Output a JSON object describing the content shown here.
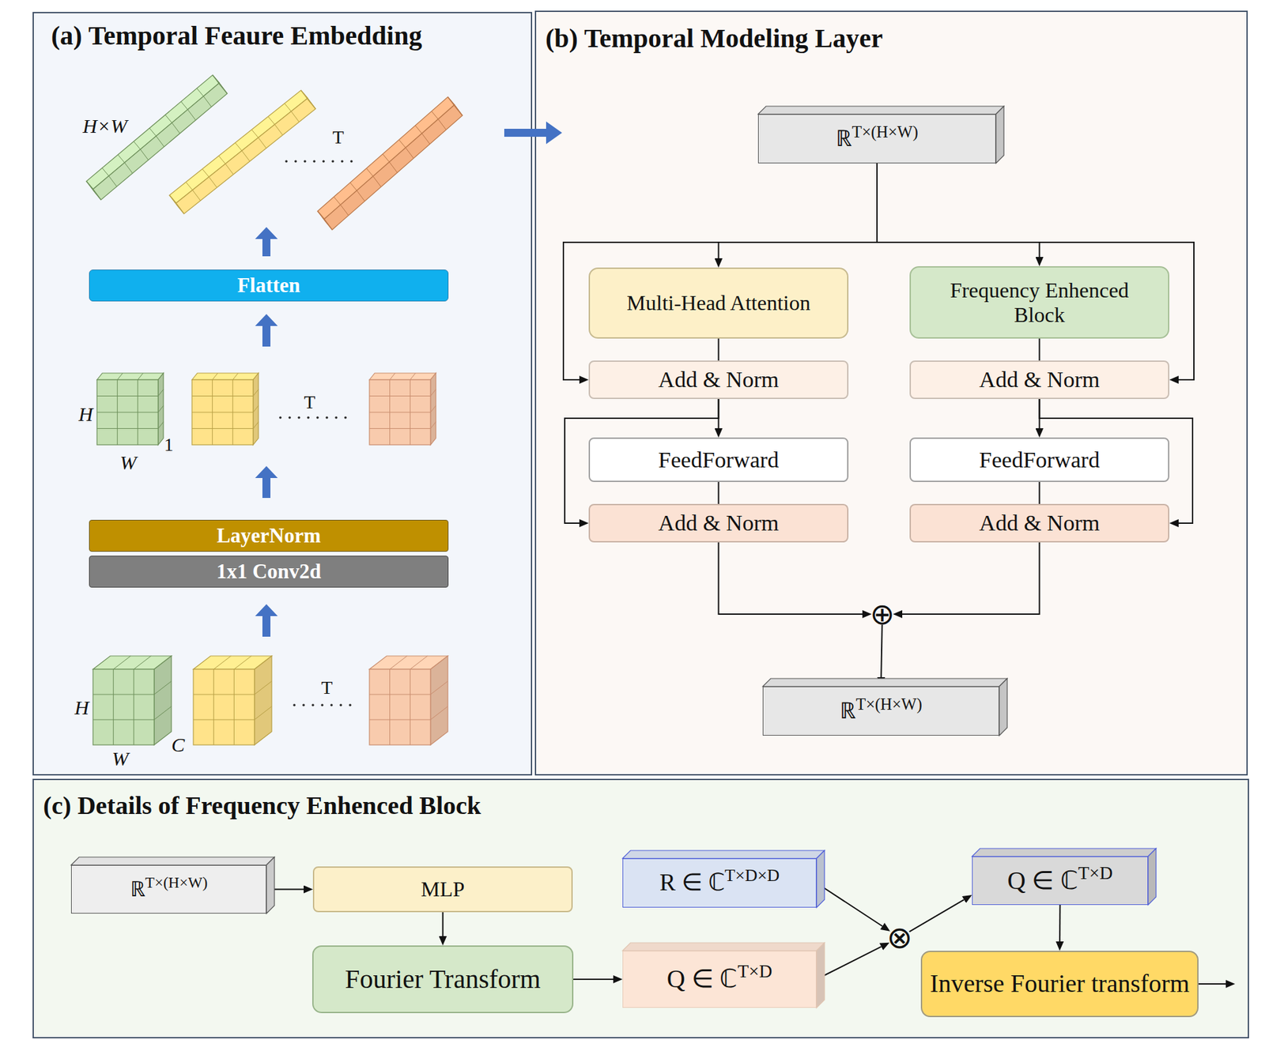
{
  "diagram": {
    "nodes": [
      {
        "text": [
          "(a) Temporal Feaure Embedding"
        ]
      },
      {
        "text": [
          "Flatten"
        ],
        "in": 0
      },
      {
        "text": [
          "LayerNorm"
        ],
        "in": 0
      },
      {
        "text": [
          "1x1 Conv2d"
        ],
        "in": 0
      },
      {
        "text": [
          "(b) Temporal Modeling Layer"
        ]
      },
      {
        "text": [
          "ℝT×(H×W)"
        ],
        "in": 4
      },
      {
        "text": [
          "Multi-Head Attention"
        ],
        "in": 4
      },
      {
        "text": [
          "Add & Norm"
        ],
        "in": 4
      },
      {
        "text": [
          "FeedForward"
        ],
        "in": 4
      },
      {
        "text": [
          "Add & Norm"
        ],
        "in": 4
      },
      {
        "text": [
          "Frequency Enhenced Block"
        ],
        "in": 4
      },
      {
        "text": [
          "Add & Norm"
        ],
        "in": 4
      },
      {
        "text": [
          "FeedForward"
        ],
        "in": 4
      },
      {
        "text": [
          "Add & Norm"
        ],
        "in": 4
      },
      {
        "text": [
          "⊕"
        ],
        "in": 4
      },
      {
        "text": [
          "ℝT×(H×W)"
        ],
        "in": 4
      },
      {
        "text": [
          "(c) Details of Frequency Enhenced Block"
        ]
      },
      {
        "text": [
          "ℝT×(H×W)"
        ],
        "in": 16
      },
      {
        "text": [
          "MLP"
        ],
        "in": 16
      },
      {
        "text": [
          "Fourier Transform"
        ],
        "in": 16
      },
      {
        "text": [
          "Q ∈ ℂT×D"
        ],
        "in": 16
      },
      {
        "text": [
          "R ∈ ℂT×D×D"
        ],
        "in": 16
      },
      {
        "text": [
          "⊗"
        ],
        "in": 16
      },
      {
        "text": [
          "Q ∈ ℂT×D"
        ],
        "in": 16
      },
      {
        "text": [
          "Inverse Fourier transform"
        ],
        "in": 16
      }
    ],
    "edges": [
      {
        "from": 0,
        "to": 4,
        "arrow": "to"
      },
      {
        "from": 5,
        "to": 6,
        "arrow": "to"
      },
      {
        "from": 5,
        "to": 7,
        "arrow": "to"
      },
      {
        "from": 6,
        "to": 7,
        "arrow": "none"
      },
      {
        "from": 7,
        "to": 8,
        "arrow": "to"
      },
      {
        "from": 7,
        "to": 9,
        "arrow": "to"
      },
      {
        "from": 8,
        "to": 9,
        "arrow": "none"
      },
      {
        "from": 9,
        "to": 14,
        "arrow": "to"
      },
      {
        "from": 5,
        "to": 10,
        "arrow": "to"
      },
      {
        "from": 5,
        "to": 11,
        "arrow": "to"
      },
      {
        "from": 10,
        "to": 11,
        "arrow": "none"
      },
      {
        "from": 11,
        "to": 12,
        "arrow": "to"
      },
      {
        "from": 11,
        "to": 13,
        "arrow": "to"
      },
      {
        "from": 12,
        "to": 13,
        "arrow": "none"
      },
      {
        "from": 13,
        "to": 14,
        "arrow": "to"
      },
      {
        "from": 14,
        "to": 15,
        "arrow": "to"
      },
      {
        "from": 17,
        "to": 18,
        "arrow": "to"
      },
      {
        "from": 18,
        "to": 19,
        "arrow": "to"
      },
      {
        "from": 19,
        "to": 20,
        "arrow": "to"
      },
      {
        "from": 20,
        "to": 22,
        "arrow": "to"
      },
      {
        "from": 21,
        "to": 22,
        "arrow": "to"
      },
      {
        "from": 22,
        "to": 23,
        "arrow": "to"
      },
      {
        "from": 23,
        "to": 24,
        "arrow": "to"
      }
    ],
    "labels": [
      "H×W",
      "T",
      "H",
      "W",
      "1",
      "T",
      "H",
      "W",
      "C",
      "T"
    ]
  }
}
